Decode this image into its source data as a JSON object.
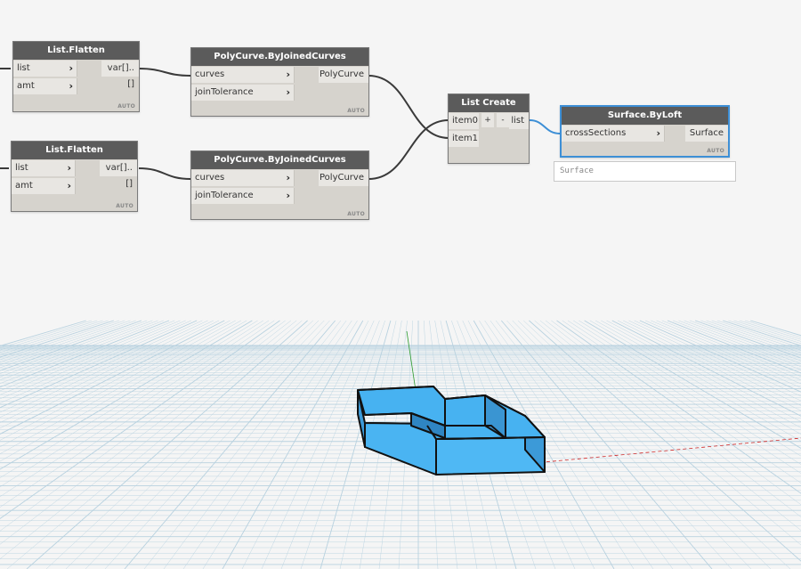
{
  "nodes": {
    "flatten1": {
      "title": "List.Flatten",
      "inputs": [
        "list",
        "amt"
      ],
      "output": "var[]..[]",
      "lacing": "AUTO"
    },
    "flatten2": {
      "title": "List.Flatten",
      "inputs": [
        "list",
        "amt"
      ],
      "output": "var[]..[]",
      "lacing": "AUTO"
    },
    "polycurve1": {
      "title": "PolyCurve.ByJoinedCurves",
      "inputs": [
        "curves",
        "joinTolerance"
      ],
      "output": "PolyCurve",
      "lacing": "AUTO"
    },
    "polycurve2": {
      "title": "PolyCurve.ByJoinedCurves",
      "inputs": [
        "curves",
        "joinTolerance"
      ],
      "output": "PolyCurve",
      "lacing": "AUTO"
    },
    "listcreate": {
      "title": "List Create",
      "inputs": [
        "item0",
        "item1"
      ],
      "add": "+",
      "remove": "-",
      "output": "list"
    },
    "surfaceloft": {
      "title": "Surface.ByLoft",
      "inputs": [
        "crossSections"
      ],
      "output": "Surface",
      "lacing": "AUTO"
    }
  },
  "preview": {
    "value": "Surface"
  },
  "colors": {
    "wire": "#3a3a3a",
    "wire_selected": "#3d8fd6",
    "node_header": "#5b5b5b",
    "node_body": "#d6d3cd",
    "geometry": "#47b2f1",
    "grid": "#9cc3d8"
  }
}
